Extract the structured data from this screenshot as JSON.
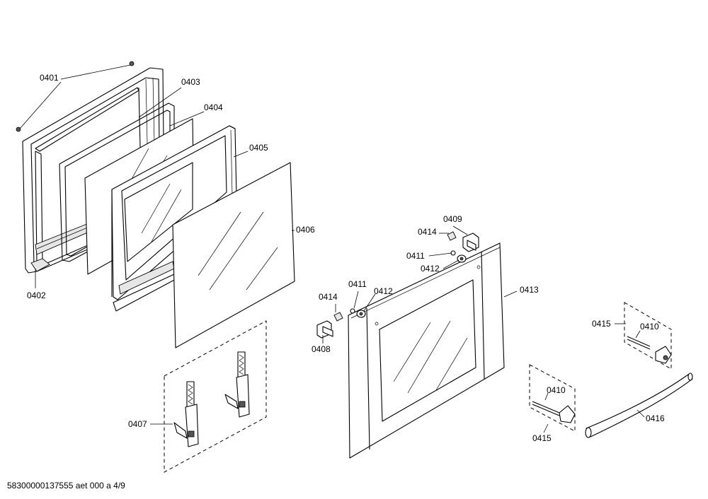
{
  "labels": {
    "p0401": "0401",
    "p0402": "0402",
    "p0403": "0403",
    "p0404": "0404",
    "p0405": "0405",
    "p0406": "0406",
    "p0407": "0407",
    "p0408": "0408",
    "p0409": "0409",
    "p0410a": "0410",
    "p0410b": "0410",
    "p0411a": "0411",
    "p0411b": "0411",
    "p0412a": "0412",
    "p0412b": "0412",
    "p0413": "0413",
    "p0414a": "0414",
    "p0414b": "0414",
    "p0415a": "0415",
    "p0415b": "0415",
    "p0416": "0416"
  },
  "footer": {
    "code": "58300000137555 aet 000 a 4/9"
  }
}
